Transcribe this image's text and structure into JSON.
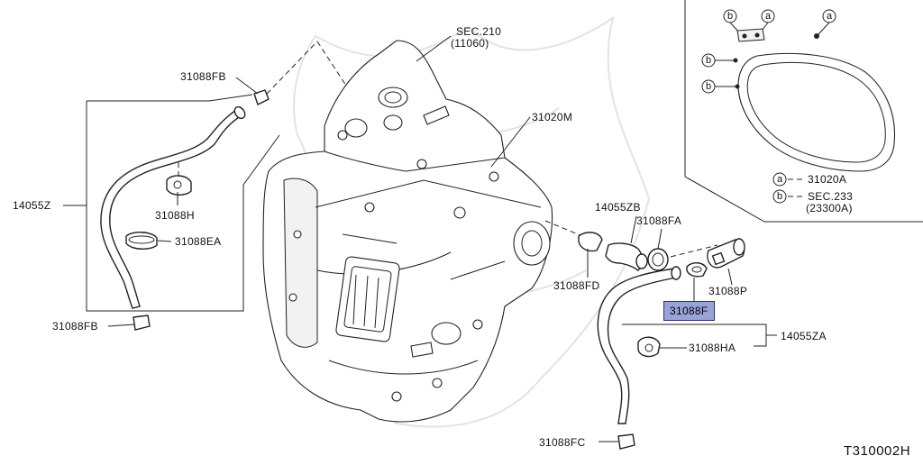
{
  "diagram": {
    "code": "T310002H",
    "highlighted_part": "31088F",
    "highlight_color": "#9aa3d8",
    "labels": {
      "sec210": "SEC.210",
      "sec210_sub": "(11060)",
      "p31020M": "31020M",
      "p31088FB_top": "31088FB",
      "p31088FB_bottom": "31088FB",
      "p14055Z": "14055Z",
      "p31088H": "31088H",
      "p31088EA": "31088EA",
      "p14055ZB": "14055ZB",
      "p31088FA": "31088FA",
      "p31088FD": "31088FD",
      "p31088P": "31088P",
      "p31088F": "31088F",
      "p14055ZA": "14055ZA",
      "p31088HA": "31088HA",
      "p31088FC": "31088FC"
    },
    "inset": {
      "marker_a": "a",
      "marker_b": "b",
      "legend_a_code": "31020A",
      "legend_b_code": "SEC.233",
      "legend_b_sub": "(23300A)"
    }
  }
}
